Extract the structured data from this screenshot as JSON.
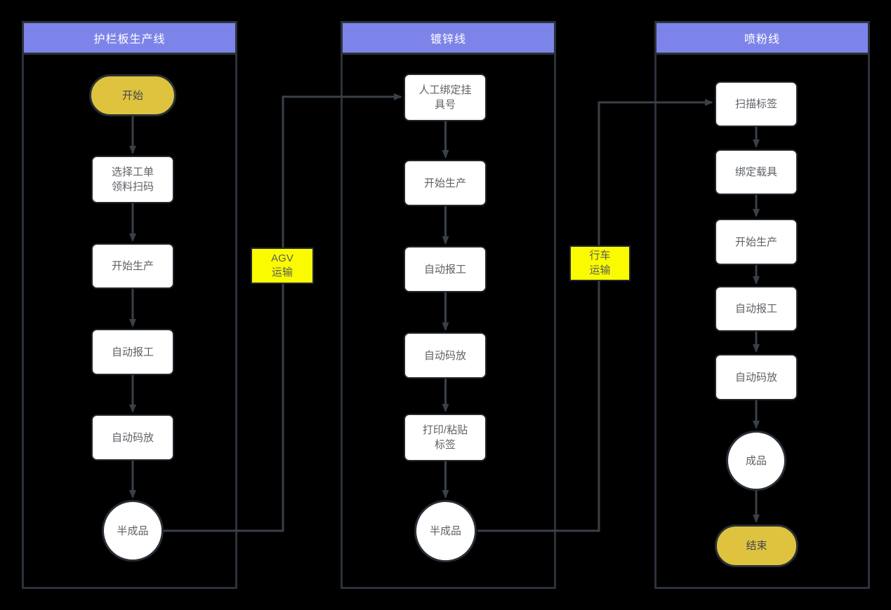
{
  "diagram": {
    "type": "swimlane-flowchart",
    "colors": {
      "canvas_background": "#000000",
      "lane_border": "#2b323a",
      "lane_header_fill": "#7d84e9",
      "lane_header_text": "#ffffff",
      "process_fill": "#ffffff",
      "process_text": "#5d6166",
      "terminator_fill": "#dfc33e",
      "terminator_text": "#40474f",
      "transport_label_fill": "#fbfb00",
      "connector": "#3a4047"
    }
  },
  "lanes": [
    {
      "title": "护栏板生产线",
      "nodes": [
        {
          "type": "terminator",
          "lines": [
            "开始"
          ]
        },
        {
          "type": "process",
          "lines": [
            "选择工单",
            "领料扫码"
          ]
        },
        {
          "type": "process",
          "lines": [
            "开始生产"
          ]
        },
        {
          "type": "process",
          "lines": [
            "自动报工"
          ]
        },
        {
          "type": "process",
          "lines": [
            "自动码放"
          ]
        },
        {
          "type": "circle",
          "lines": [
            "半成品"
          ]
        }
      ]
    },
    {
      "title": "镀锌线",
      "nodes": [
        {
          "type": "process",
          "lines": [
            "人工绑定挂",
            "具号"
          ]
        },
        {
          "type": "process",
          "lines": [
            "开始生产"
          ]
        },
        {
          "type": "process",
          "lines": [
            "自动报工"
          ]
        },
        {
          "type": "process",
          "lines": [
            "自动码放"
          ]
        },
        {
          "type": "process",
          "lines": [
            "打印/粘贴",
            "标签"
          ]
        },
        {
          "type": "circle",
          "lines": [
            "半成品"
          ]
        }
      ]
    },
    {
      "title": "喷粉线",
      "nodes": [
        {
          "type": "process",
          "lines": [
            "扫描标签"
          ]
        },
        {
          "type": "process",
          "lines": [
            "绑定载具"
          ]
        },
        {
          "type": "process",
          "lines": [
            "开始生产"
          ]
        },
        {
          "type": "process",
          "lines": [
            "自动报工"
          ]
        },
        {
          "type": "process",
          "lines": [
            "自动码放"
          ]
        },
        {
          "type": "circle",
          "lines": [
            "成品"
          ]
        },
        {
          "type": "terminator",
          "lines": [
            "结束"
          ]
        }
      ]
    }
  ],
  "transport_labels": [
    {
      "lines": [
        "AGV",
        "运输"
      ],
      "between": "护栏板生产线 → 镀锌线"
    },
    {
      "lines": [
        "行车",
        "运输"
      ],
      "between": "镀锌线 → 喷粉线"
    }
  ]
}
